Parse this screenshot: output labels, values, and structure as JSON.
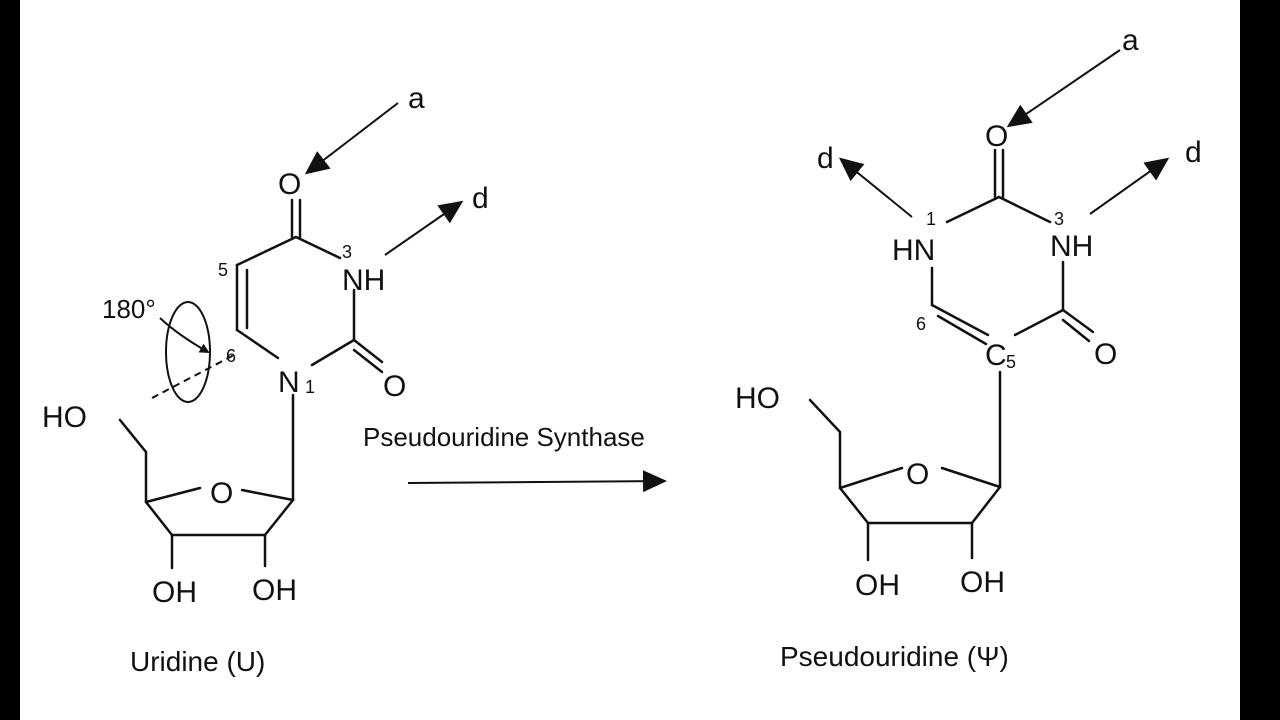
{
  "uridine": {
    "caption": "Uridine (U)",
    "rotation": "180°",
    "atoms": {
      "o_top": "O",
      "o_right": "O",
      "nh": "NH",
      "n1": "N",
      "ho": "HO",
      "o_ring": "O",
      "oh_left": "OH",
      "oh_right": "OH"
    },
    "numbers": {
      "n3": "3",
      "c5": "5",
      "c6": "6",
      "n1": "1"
    },
    "arrow_labels": {
      "a": "a",
      "d": "d"
    }
  },
  "enzyme": {
    "label": "Pseudouridine Synthase"
  },
  "pseudouridine": {
    "caption": "Pseudouridine (Ψ)",
    "atoms": {
      "o_top": "O",
      "o_right": "O",
      "hn": "HN",
      "nh": "NH",
      "c5": "C",
      "ho": "HO",
      "o_ring": "O",
      "oh_left": "OH",
      "oh_right": "OH"
    },
    "numbers": {
      "n1": "1",
      "n3": "3",
      "c6": "6",
      "c5": "5"
    },
    "arrow_labels": {
      "a": "a",
      "d_left": "d",
      "d_right": "d"
    }
  }
}
